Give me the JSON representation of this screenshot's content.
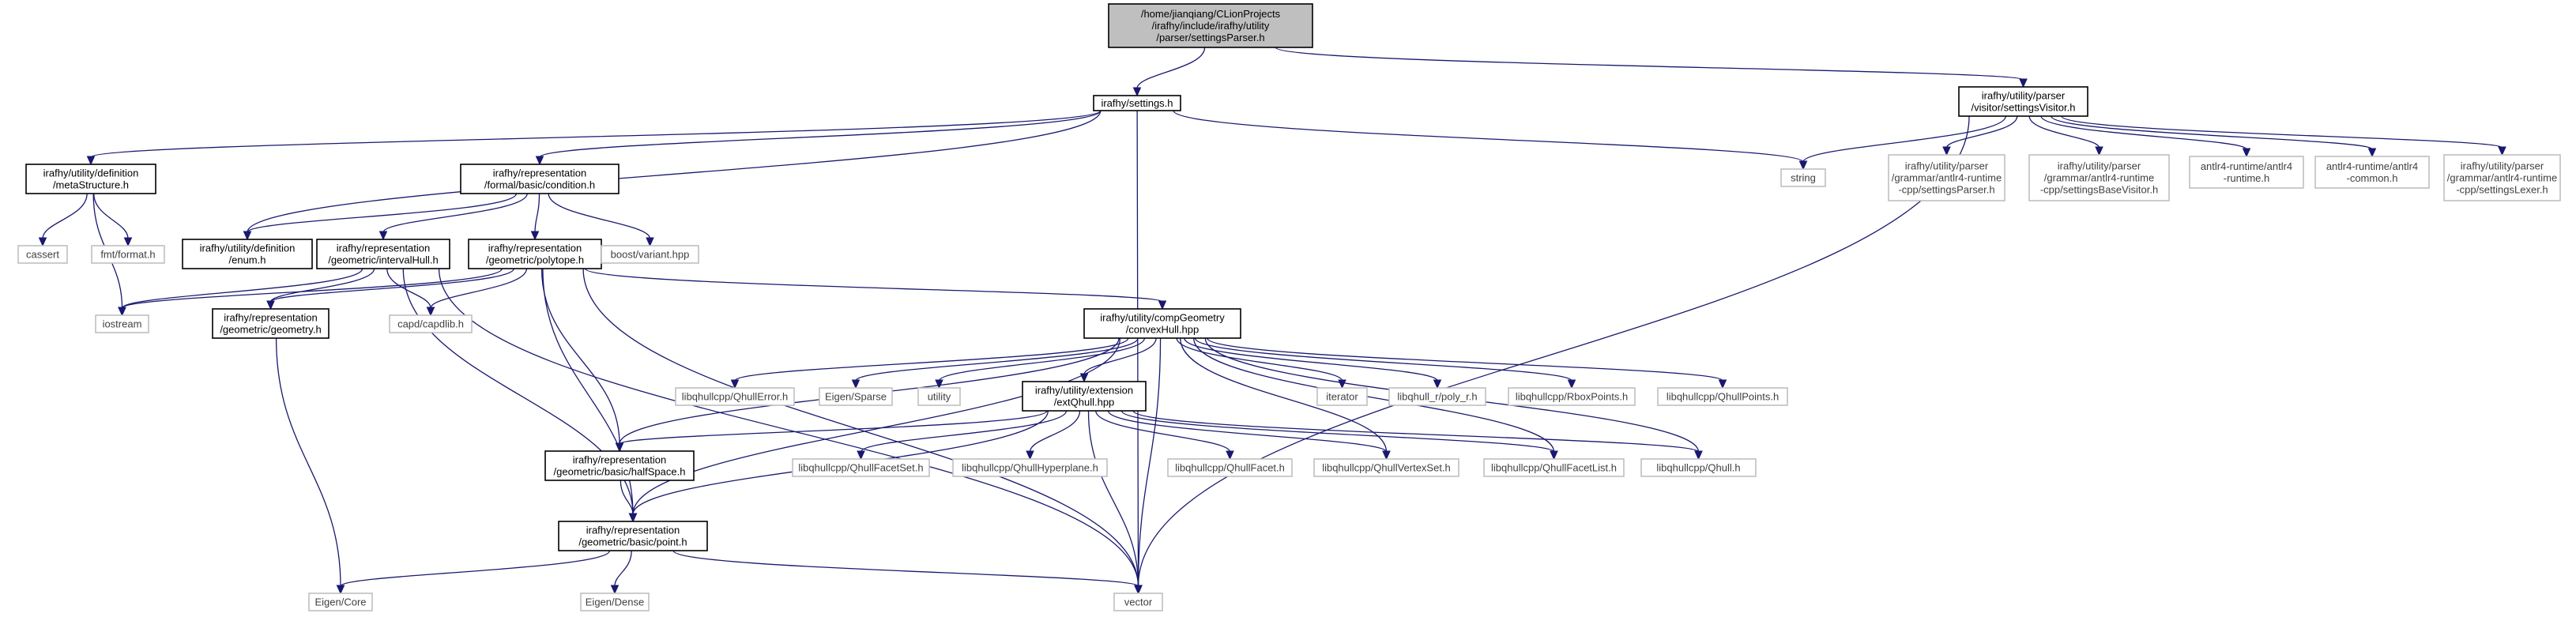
{
  "graph": {
    "colors": {
      "edge": "#191970",
      "root_fill": "#bfbfbf",
      "internal_border": "#000000",
      "external_border": "#bfbfbf",
      "external_text": "#404040",
      "internal_text": "#000000"
    },
    "nodes": [
      {
        "id": "root",
        "kind": "root",
        "lines": [
          "/home/jianqiang/CLionProjects",
          "/irafhy/include/irafhy/utility",
          "/parser/settingsParser.h"
        ]
      },
      {
        "id": "settings",
        "kind": "internal",
        "lines": [
          "irafhy/settings.h"
        ]
      },
      {
        "id": "settingsVisitor",
        "kind": "internal",
        "lines": [
          "irafhy/utility/parser",
          "/visitor/settingsVisitor.h"
        ]
      },
      {
        "id": "metaStructure",
        "kind": "internal",
        "lines": [
          "irafhy/utility/definition",
          "/metaStructure.h"
        ]
      },
      {
        "id": "condition",
        "kind": "internal",
        "lines": [
          "irafhy/representation",
          "/formal/basic/condition.h"
        ]
      },
      {
        "id": "string",
        "kind": "external",
        "lines": [
          "string"
        ]
      },
      {
        "id": "gSettingsParser",
        "kind": "external",
        "lines": [
          "irafhy/utility/parser",
          "/grammar/antlr4-runtime",
          "-cpp/settingsParser.h"
        ]
      },
      {
        "id": "gSettingsBaseVisitor",
        "kind": "external",
        "lines": [
          "irafhy/utility/parser",
          "/grammar/antlr4-runtime",
          "-cpp/settingsBaseVisitor.h"
        ]
      },
      {
        "id": "antlrRuntime",
        "kind": "external",
        "lines": [
          "antlr4-runtime/antlr4",
          "-runtime.h"
        ]
      },
      {
        "id": "antlrCommon",
        "kind": "external",
        "lines": [
          "antlr4-runtime/antlr4",
          "-common.h"
        ]
      },
      {
        "id": "gSettingsLexer",
        "kind": "external",
        "lines": [
          "irafhy/utility/parser",
          "/grammar/antlr4-runtime",
          "-cpp/settingsLexer.h"
        ]
      },
      {
        "id": "cassert",
        "kind": "external",
        "lines": [
          "cassert"
        ]
      },
      {
        "id": "fmtFormat",
        "kind": "external",
        "lines": [
          "fmt/format.h"
        ]
      },
      {
        "id": "enumH",
        "kind": "internal",
        "lines": [
          "irafhy/utility/definition",
          "/enum.h"
        ]
      },
      {
        "id": "intervalHull",
        "kind": "internal",
        "lines": [
          "irafhy/representation",
          "/geometric/intervalHull.h"
        ]
      },
      {
        "id": "polytope",
        "kind": "internal",
        "lines": [
          "irafhy/representation",
          "/geometric/polytope.h"
        ]
      },
      {
        "id": "boostVariant",
        "kind": "external",
        "lines": [
          "boost/variant.hpp"
        ]
      },
      {
        "id": "iostream",
        "kind": "external",
        "lines": [
          "iostream"
        ]
      },
      {
        "id": "geometry",
        "kind": "internal",
        "lines": [
          "irafhy/representation",
          "/geometric/geometry.h"
        ]
      },
      {
        "id": "capdlib",
        "kind": "external",
        "lines": [
          "capd/capdlib.h"
        ]
      },
      {
        "id": "convexHull",
        "kind": "internal",
        "lines": [
          "irafhy/utility/compGeometry",
          "/convexHull.hpp"
        ]
      },
      {
        "id": "qhullError",
        "kind": "external",
        "lines": [
          "libqhullcpp/QhullError.h"
        ]
      },
      {
        "id": "eigenSparse",
        "kind": "external",
        "lines": [
          "Eigen/Sparse"
        ]
      },
      {
        "id": "utility",
        "kind": "external",
        "lines": [
          "utility"
        ]
      },
      {
        "id": "extQhull",
        "kind": "internal",
        "lines": [
          "irafhy/utility/extension",
          "/extQhull.hpp"
        ]
      },
      {
        "id": "iterator",
        "kind": "external",
        "lines": [
          "iterator"
        ]
      },
      {
        "id": "polyR",
        "kind": "external",
        "lines": [
          "libqhull_r/poly_r.h"
        ]
      },
      {
        "id": "rboxPoints",
        "kind": "external",
        "lines": [
          "libqhullcpp/RboxPoints.h"
        ]
      },
      {
        "id": "qhullPoints",
        "kind": "external",
        "lines": [
          "libqhullcpp/QhullPoints.h"
        ]
      },
      {
        "id": "halfSpace",
        "kind": "internal",
        "lines": [
          "irafhy/representation",
          "/geometric/basic/halfSpace.h"
        ]
      },
      {
        "id": "qhullFacetSet",
        "kind": "external",
        "lines": [
          "libqhullcpp/QhullFacetSet.h"
        ]
      },
      {
        "id": "qhullHyperplane",
        "kind": "external",
        "lines": [
          "libqhullcpp/QhullHyperplane.h"
        ]
      },
      {
        "id": "qhullFacet",
        "kind": "external",
        "lines": [
          "libqhullcpp/QhullFacet.h"
        ]
      },
      {
        "id": "qhullVertexSet",
        "kind": "external",
        "lines": [
          "libqhullcpp/QhullVertexSet.h"
        ]
      },
      {
        "id": "qhullFacetList",
        "kind": "external",
        "lines": [
          "libqhullcpp/QhullFacetList.h"
        ]
      },
      {
        "id": "qhullH",
        "kind": "external",
        "lines": [
          "libqhullcpp/Qhull.h"
        ]
      },
      {
        "id": "point",
        "kind": "internal",
        "lines": [
          "irafhy/representation",
          "/geometric/basic/point.h"
        ]
      },
      {
        "id": "eigenCore",
        "kind": "external",
        "lines": [
          "Eigen/Core"
        ]
      },
      {
        "id": "eigenDense",
        "kind": "external",
        "lines": [
          "Eigen/Dense"
        ]
      },
      {
        "id": "vector",
        "kind": "external",
        "lines": [
          "vector"
        ]
      }
    ],
    "edges": [
      [
        "root",
        "settings"
      ],
      [
        "root",
        "settingsVisitor"
      ],
      [
        "settings",
        "metaStructure"
      ],
      [
        "settings",
        "enumH"
      ],
      [
        "settings",
        "condition"
      ],
      [
        "settings",
        "string"
      ],
      [
        "settings",
        "vector"
      ],
      [
        "settingsVisitor",
        "string"
      ],
      [
        "settingsVisitor",
        "vector"
      ],
      [
        "settingsVisitor",
        "gSettingsParser"
      ],
      [
        "settingsVisitor",
        "gSettingsBaseVisitor"
      ],
      [
        "settingsVisitor",
        "antlrRuntime"
      ],
      [
        "settingsVisitor",
        "antlrCommon"
      ],
      [
        "settingsVisitor",
        "gSettingsLexer"
      ],
      [
        "metaStructure",
        "cassert"
      ],
      [
        "metaStructure",
        "fmtFormat"
      ],
      [
        "metaStructure",
        "iostream"
      ],
      [
        "condition",
        "enumH"
      ],
      [
        "condition",
        "intervalHull"
      ],
      [
        "condition",
        "polytope"
      ],
      [
        "condition",
        "boostVariant"
      ],
      [
        "intervalHull",
        "iostream"
      ],
      [
        "intervalHull",
        "geometry"
      ],
      [
        "intervalHull",
        "capdlib"
      ],
      [
        "intervalHull",
        "point"
      ],
      [
        "intervalHull",
        "vector"
      ],
      [
        "polytope",
        "iostream"
      ],
      [
        "polytope",
        "geometry"
      ],
      [
        "polytope",
        "capdlib"
      ],
      [
        "polytope",
        "convexHull"
      ],
      [
        "polytope",
        "halfSpace"
      ],
      [
        "polytope",
        "point"
      ],
      [
        "polytope",
        "vector"
      ],
      [
        "geometry",
        "eigenCore"
      ],
      [
        "convexHull",
        "qhullError"
      ],
      [
        "convexHull",
        "eigenSparse"
      ],
      [
        "convexHull",
        "utility"
      ],
      [
        "convexHull",
        "extQhull"
      ],
      [
        "convexHull",
        "iterator"
      ],
      [
        "convexHull",
        "polyR"
      ],
      [
        "convexHull",
        "rboxPoints"
      ],
      [
        "convexHull",
        "qhullPoints"
      ],
      [
        "convexHull",
        "halfSpace"
      ],
      [
        "convexHull",
        "point"
      ],
      [
        "convexHull",
        "qhullVertexSet"
      ],
      [
        "convexHull",
        "qhullFacetList"
      ],
      [
        "convexHull",
        "qhullH"
      ],
      [
        "convexHull",
        "vector"
      ],
      [
        "extQhull",
        "halfSpace"
      ],
      [
        "extQhull",
        "point"
      ],
      [
        "extQhull",
        "qhullFacetSet"
      ],
      [
        "extQhull",
        "qhullHyperplane"
      ],
      [
        "extQhull",
        "qhullFacet"
      ],
      [
        "extQhull",
        "qhullVertexSet"
      ],
      [
        "extQhull",
        "qhullFacetList"
      ],
      [
        "extQhull",
        "qhullH"
      ],
      [
        "extQhull",
        "vector"
      ],
      [
        "halfSpace",
        "point"
      ],
      [
        "point",
        "eigenCore"
      ],
      [
        "point",
        "eigenDense"
      ],
      [
        "point",
        "vector"
      ]
    ]
  }
}
